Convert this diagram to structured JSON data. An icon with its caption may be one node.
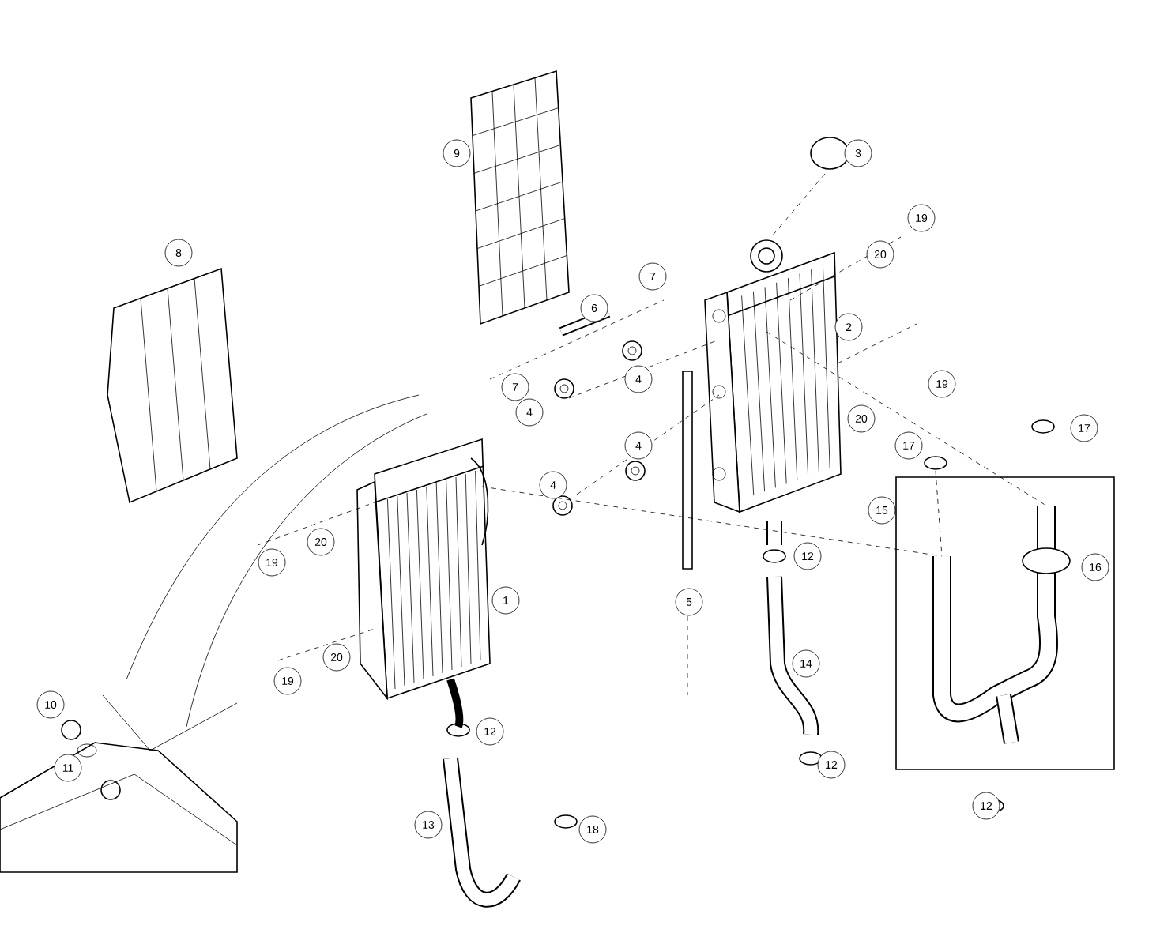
{
  "diagram": {
    "labels": [
      "9",
      "3",
      "19",
      "8",
      "20",
      "7",
      "6",
      "2",
      "4",
      "19",
      "7",
      "4",
      "20",
      "17",
      "4",
      "17",
      "4",
      "15",
      "20",
      "12",
      "19",
      "16",
      "1",
      "5",
      "20",
      "14",
      "19",
      "10",
      "12",
      "11",
      "12",
      "12",
      "13",
      "18"
    ]
  }
}
